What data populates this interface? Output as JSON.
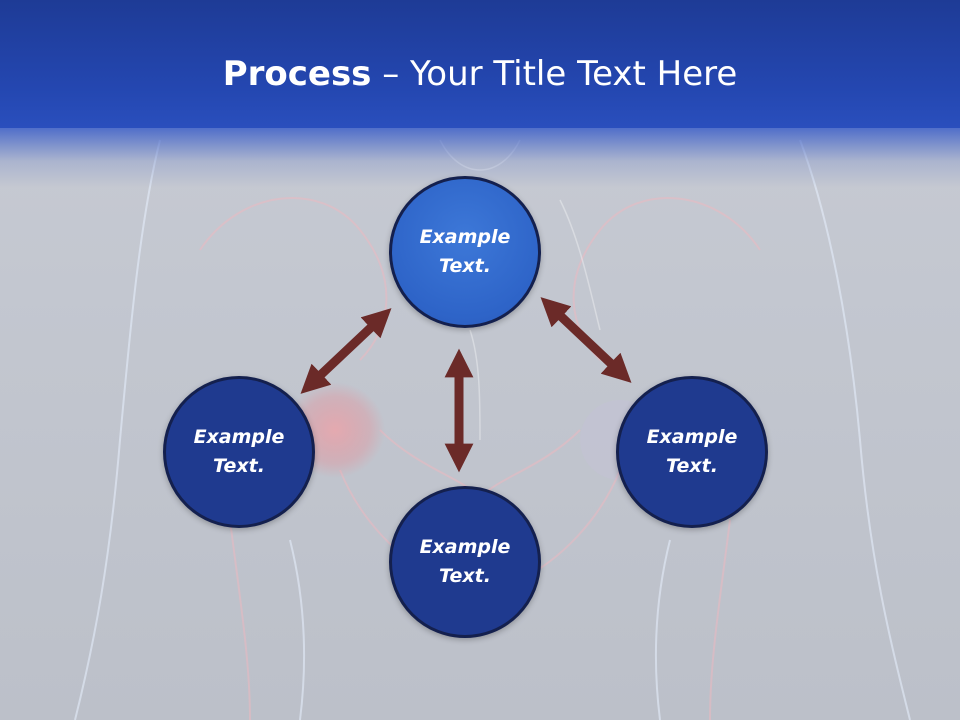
{
  "title": {
    "bold": "Process",
    "rest": " – Your Title Text Here"
  },
  "nodes": {
    "top": "Example Text.",
    "left": "Example Text.",
    "right": "Example Text.",
    "bottom": "Example Text."
  },
  "colors": {
    "header": "#2447b1",
    "node_highlight": "#2e64c8",
    "node": "#1f3a8f",
    "node_border": "#14204e",
    "arrow": "#6b2a28",
    "background": "#c4c8d1"
  }
}
